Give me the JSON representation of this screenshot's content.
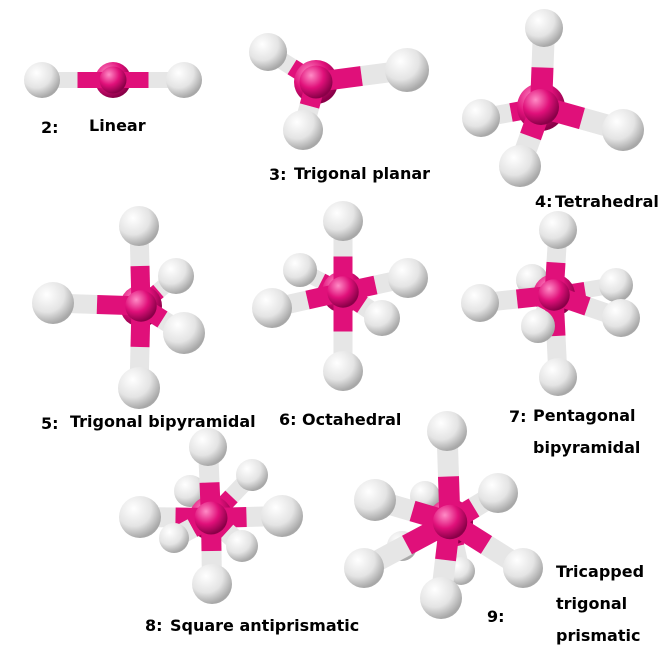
{
  "colors": {
    "central_atom": "#e0107a",
    "central_atom_highlight": "#ff7fbd",
    "ligand": "#dcdcdc",
    "ligand_highlight": "#ffffff",
    "bond_light": "#e6e6e6"
  },
  "geometries": [
    {
      "number": "2:",
      "name": "Linear",
      "ligand_count": 2
    },
    {
      "number": "3:",
      "name": "Trigonal planar",
      "ligand_count": 3
    },
    {
      "number": "4:",
      "name": "Tetrahedral",
      "ligand_count": 4
    },
    {
      "number": "5:",
      "name": "Trigonal bipyramidal",
      "ligand_count": 5
    },
    {
      "number": "6:",
      "name": "Octahedral",
      "ligand_count": 6
    },
    {
      "number": "7:",
      "name_line1": "Pentagonal",
      "name_line2": "bipyramidal",
      "ligand_count": 7
    },
    {
      "number": "8:",
      "name": "Square antiprismatic",
      "ligand_count": 8
    },
    {
      "number": "9:",
      "name_line1": "Tricapped",
      "name_line2": "trigonal",
      "name_line3": "prismatic",
      "ligand_count": 9
    }
  ]
}
